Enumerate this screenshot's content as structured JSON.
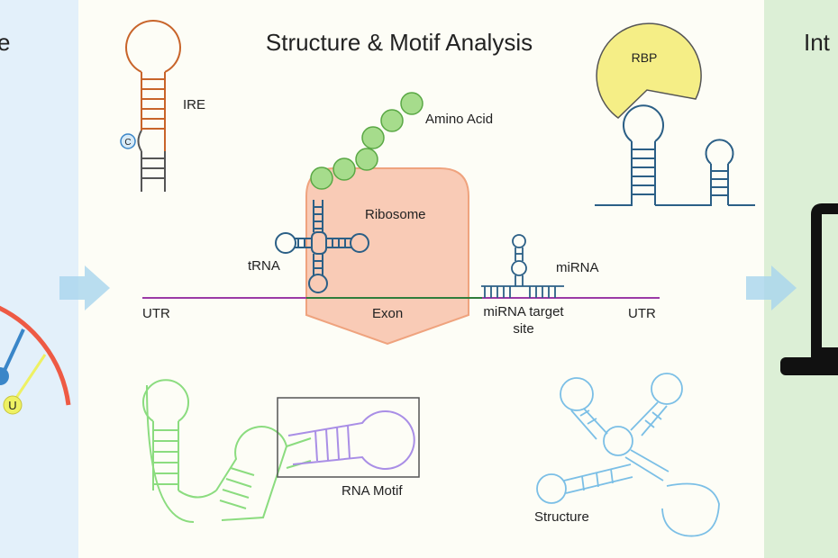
{
  "panels": {
    "left_fragment": "e",
    "center_title": "Structure & Motif Analysis",
    "right_fragment": "Int"
  },
  "labels": {
    "ire": "IRE",
    "c_base": "C",
    "u_base": "U",
    "rbp": "RBP",
    "amino_acid": "Amino Acid",
    "ribosome": "Ribosome",
    "trna": "tRNA",
    "mirna": "miRNA",
    "utr_left": "UTR",
    "exon": "Exon",
    "mirna_target_line1": "miRNA target",
    "mirna_target_line2": "site",
    "utr_right": "UTR",
    "rna_motif": "RNA Motif",
    "structure": "Structure"
  },
  "colors": {
    "left_panel": "#e3f0fa",
    "center_panel": "#fdfdf6",
    "right_panel": "#dcefd6",
    "arrow": "#a8d4ee",
    "ire": "#c8642a",
    "amino_acid": "#a6dc8c",
    "ribosome_fill": "#f9cbb6",
    "ribosome_stroke": "#efa37e",
    "rna_blue": "#2b5f86",
    "rbp_fill": "#f5ee86",
    "utr_line": "#9b3aa6",
    "exon_line": "#2f7d3c",
    "motif_green": "#8bdc7f",
    "motif_purple": "#a98ee6",
    "structure_blue": "#7bbfe6",
    "gauge_red": "#ee5a44",
    "u_fill": "#eef163"
  }
}
